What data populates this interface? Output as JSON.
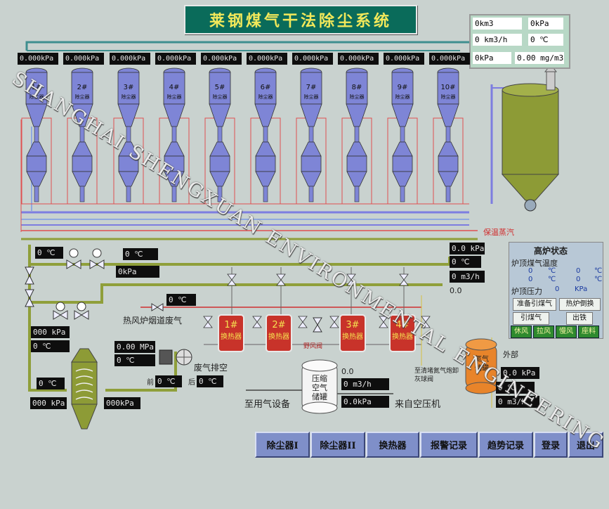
{
  "title": "莱钢煤气干法除尘系统",
  "top_info": {
    "flow_total": "0km3",
    "flow_rate": "0 km3/h",
    "pressure_a": "0kPa",
    "pressure_b": "0kPa",
    "temperature": "0 ℃",
    "dust": "0.00 mg/m3"
  },
  "dust_collectors": [
    {
      "pressure": "0.000kPa",
      "tag": "1#"
    },
    {
      "pressure": "0.000kPa",
      "tag": "2#"
    },
    {
      "pressure": "0.000kPa",
      "tag": "3#"
    },
    {
      "pressure": "0.000kPa",
      "tag": "4#"
    },
    {
      "pressure": "0.000kPa",
      "tag": "5#"
    },
    {
      "pressure": "0.000kPa",
      "tag": "6#"
    },
    {
      "pressure": "0.000kPa",
      "tag": "7#"
    },
    {
      "pressure": "0.000kPa",
      "tag": "8#"
    },
    {
      "pressure": "0.000kPa",
      "tag": "9#"
    },
    {
      "pressure": "0.000kPa",
      "tag": "10#"
    }
  ],
  "collector_body_label": "除尘器",
  "steam_label": "保温蒸汽",
  "left_readings": {
    "temp1": "0 ℃",
    "temp2": "0 ℃",
    "press1": "0kPa",
    "temp3": "0 ℃",
    "press2": "000 kPa",
    "temp4": "0 ℃",
    "temp5": "0 ℃",
    "press_in": "000 kPa",
    "press_out": "000kPa"
  },
  "hot_blast_label": "热风炉烟道废气",
  "fan": {
    "pressure": "0.00 MPa",
    "temp": "0 ℃",
    "front_label": "前",
    "front_temp": "0 ℃",
    "rear_label": "后",
    "rear_temp": "0 ℃",
    "exhaust_label": "废气排空"
  },
  "heat_exchangers": [
    {
      "tag": "1#",
      "name": "换热器"
    },
    {
      "tag": "2#",
      "name": "换热器"
    },
    {
      "tag": "3#",
      "name": "换热器"
    },
    {
      "tag": "4#",
      "name": "换热器"
    }
  ],
  "wild_air_label": "野风阀",
  "air_tank": {
    "label": "压缩空气储罐",
    "flow_value": "0.0",
    "flow": "0 m3/h",
    "pressure": "0.0kPa",
    "to_label": "至用气设备",
    "from_label": "来自空压机"
  },
  "nitrogen": {
    "label": "氮气储罐",
    "note": "至清堵氮气炮卸灰球阀",
    "side_label": "外部",
    "press": "0.0 kPa",
    "temp": "0 ℃",
    "flow": "0 m3/h"
  },
  "middle_readings": {
    "press": "0.0 kPa",
    "temp": "0 ℃",
    "flow": "0 m3/h",
    "value": "0.0"
  },
  "furnace": {
    "title": "高炉状态",
    "top_temp_label": "炉顶煤气温度",
    "temps": [
      "0",
      "℃",
      "0",
      "℃",
      "0",
      "℃",
      "0",
      "℃"
    ],
    "pressure_label": "炉顶压力",
    "pressure_value": "0",
    "pressure_unit": "KPa",
    "buttons": [
      "准备引煤气",
      "热炉倒换",
      "引煤气",
      "出铁"
    ],
    "status": [
      "休风",
      "拉风",
      "慢风",
      "座料"
    ]
  },
  "nav": [
    "除尘器I",
    "除尘器II",
    "换热器",
    "报警记录",
    "趋势记录",
    "登录",
    "退出"
  ],
  "watermark": "SHANGHAI SHENGXUAN ENVIRONMENTAL ENGINEERING CO.,LTD"
}
